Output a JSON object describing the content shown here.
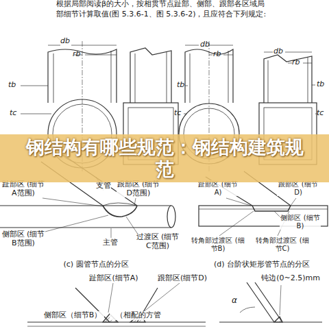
{
  "diagram": {
    "nodes": [
      {
        "text": [
          "钢结构有哪些规范：钢结构建筑规范"
        ]
      }
    ],
    "labels": [
      "根据局部阅读β的大小，按相贯节点趾部、侧部、跟部各区域局",
      "部细节计算取值(图 5.3.6-1、图 5.3.6-2)，且应符合下列规定:",
      "db",
      "rb",
      "tb",
      "tc",
      "db",
      "rb",
      "db",
      "rb",
      "tb",
      "tc",
      "tb",
      "tc",
      "趾部区 (细节A范围)",
      "支管",
      "跟部区 (细节D范围)",
      "侧部区 (细节B范围)",
      "主管",
      "过渡区 (细节C范围)",
      "(c) 圆管节点的分区",
      "趾部区 (细节A)",
      "跟部区 (细节D)",
      "侧部区 (细节B)",
      "转角部过渡区 (细节B)",
      "转角部过渡区 (细节C)",
      "(d) 台阶状矩形管节点的分区",
      "趾部区(细节A)",
      "跟部区(细节D)",
      "钝边(0~2.5)mm",
      "侧部区（细节B）",
      "（相配的方管",
      "α"
    ]
  }
}
